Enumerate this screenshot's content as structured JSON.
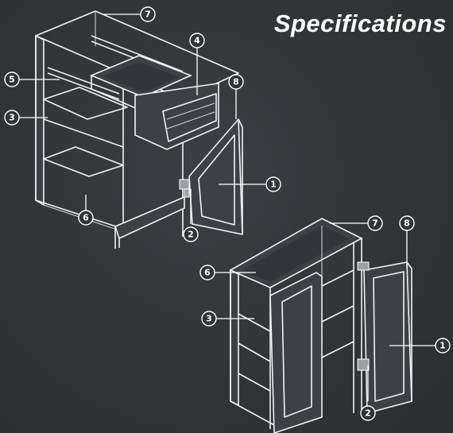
{
  "title": "Specifications",
  "colors": {
    "background": "#2f3436",
    "line": "#f2f2f2"
  },
  "base_cabinet": {
    "callouts": [
      "7",
      "5",
      "4",
      "8",
      "3",
      "1",
      "6",
      "2"
    ]
  },
  "wall_cabinet": {
    "callouts": [
      "7",
      "8",
      "6",
      "3",
      "1",
      "2"
    ]
  }
}
